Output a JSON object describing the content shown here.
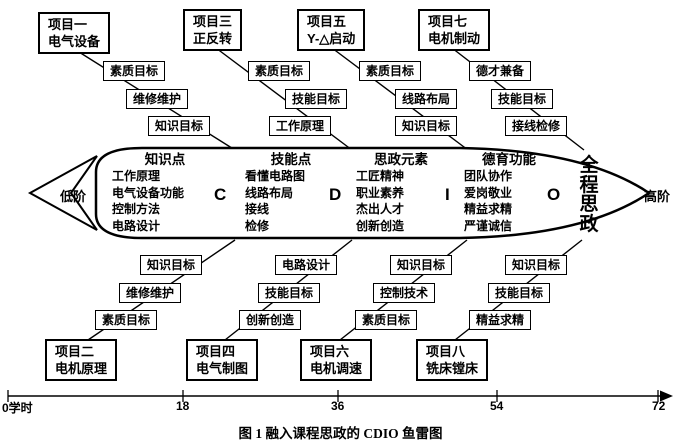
{
  "diagram": {
    "tail_label": "低阶",
    "head_label": "高阶",
    "vertical_label": "全程思政",
    "caption": "图 1  融入课程思政的 CDIO 鱼雷图"
  },
  "columns": [
    {
      "header": "知识点",
      "letter": "C",
      "items": [
        "工作原理",
        "电气设备功能",
        "控制方法",
        "电路设计"
      ]
    },
    {
      "header": "技能点",
      "letter": "D",
      "items": [
        "看懂电路图",
        "线路布局",
        "接线",
        "检修"
      ]
    },
    {
      "header": "思政元素",
      "letter": "I",
      "items": [
        "工匠精神",
        "职业素养",
        "杰出人才",
        "创新创造"
      ]
    },
    {
      "header": "德育功能",
      "letter": "O",
      "items": [
        "团队协作",
        "爱岗敬业",
        "精益求精",
        "严谨诚信"
      ]
    }
  ],
  "top_branches": [
    {
      "project_line1": "项目一",
      "project_line2": "电气设备",
      "boxes": [
        "素质目标",
        "维修维护",
        "知识目标"
      ]
    },
    {
      "project_line1": "项目三",
      "project_line2": "正反转",
      "boxes": [
        "素质目标",
        "技能目标",
        "工作原理"
      ]
    },
    {
      "project_line1": "项目五",
      "project_line2": "Y-△启动",
      "boxes": [
        "素质目标",
        "线路布局",
        "知识目标"
      ]
    },
    {
      "project_line1": "项目七",
      "project_line2": "电机制动",
      "boxes": [
        "德才兼备",
        "技能目标",
        "接线检修"
      ]
    }
  ],
  "bottom_branches": [
    {
      "project_line1": "项目二",
      "project_line2": "电机原理",
      "boxes": [
        "知识目标",
        "维修维护",
        "素质目标"
      ]
    },
    {
      "project_line1": "项目四",
      "project_line2": "电气制图",
      "boxes": [
        "电路设计",
        "技能目标",
        "创新创造"
      ]
    },
    {
      "project_line1": "项目六",
      "project_line2": "电机调速",
      "boxes": [
        "知识目标",
        "控制技术",
        "素质目标"
      ]
    },
    {
      "project_line1": "项目八",
      "project_line2": "铣床镗床",
      "boxes": [
        "知识目标",
        "技能目标",
        "精益求精"
      ]
    }
  ],
  "axis": {
    "ticks": [
      "0学时",
      "18",
      "36",
      "54",
      "72"
    ]
  }
}
